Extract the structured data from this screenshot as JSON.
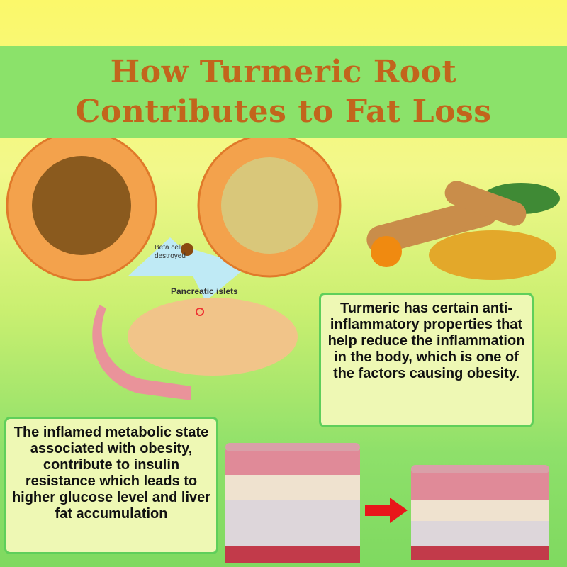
{
  "title": {
    "line1": "How Turmeric Root",
    "line2": "Contributes to Fat Loss"
  },
  "diagram": {
    "beta_cell_label": "Beta cell destroyed",
    "islets_label": "Pancreatic islets"
  },
  "box_right": "Turmeric has certain anti-inflammatory properties that help reduce the inflammation in the body, which is one of the factors causing obesity.",
  "box_left": "The inflamed metabolic state associated with obesity, contribute to insulin resistance which leads to higher glucose level and liver fat accumulation",
  "colors": {
    "title": "#c2651c",
    "banner": "#8be26a",
    "box_border": "#5fcf5a",
    "arrow": "#e8161a"
  }
}
